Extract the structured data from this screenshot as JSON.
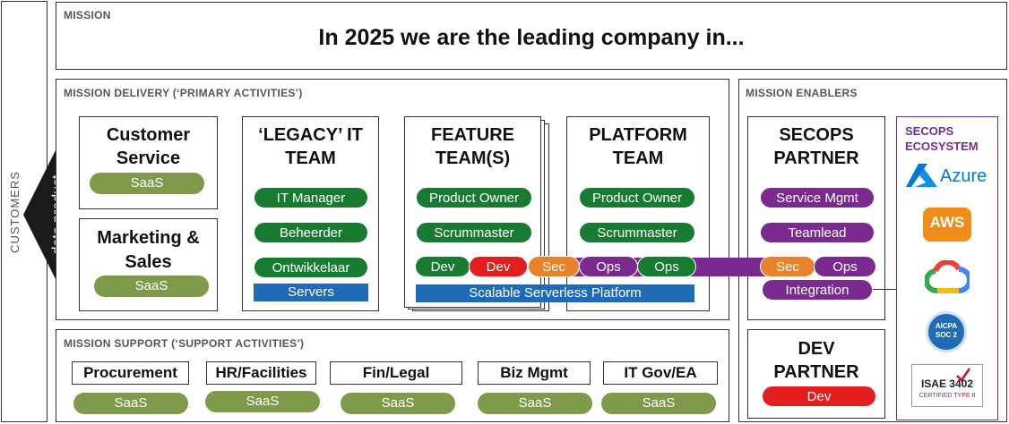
{
  "customers_label": "CUSTOMERS",
  "data_product_label": "data product",
  "mission": {
    "label": "MISSION",
    "statement": "In 2025 we are the leading company in..."
  },
  "delivery": {
    "label": "MISSION DELIVERY (‘PRIMARY ACTIVITIES’)",
    "customer_service": {
      "title_l1": "Customer",
      "title_l2": "Service",
      "saas": "SaaS"
    },
    "marketing_sales": {
      "title_l1": "Marketing &",
      "title_l2": "Sales",
      "saas": "SaaS"
    },
    "legacy_it": {
      "title_l1": "‘LEGACY’ IT",
      "title_l2": "TEAM",
      "roles": [
        "IT Manager",
        "Beheerder",
        "Ontwikkelaar"
      ],
      "bar": "Servers"
    },
    "feature_teams": {
      "title_l1": "FEATURE",
      "title_l2": "TEAM(S)",
      "roles": [
        "Product Owner",
        "Scrummaster"
      ],
      "devops": [
        "Dev",
        "Dev",
        "Sec",
        "Ops",
        "Ops"
      ],
      "bar": "Scalable Serverless Platform"
    },
    "platform_team": {
      "title_l1": "PLATFORM",
      "title_l2": "TEAM",
      "roles": [
        "Product Owner",
        "Scrummaster"
      ]
    }
  },
  "enablers": {
    "label": "MISSION ENABLERS",
    "secops_partner": {
      "title_l1": "SECOPS",
      "title_l2": "PARTNER",
      "roles": [
        "Service Mgmt",
        "Teamlead"
      ],
      "secops": [
        "Sec",
        "Ops"
      ],
      "integration": "Integration"
    },
    "dev_partner": {
      "title_l1": "DEV",
      "title_l2": "PARTNER",
      "role": "Dev"
    },
    "ecosystem": {
      "title_l1": "SECOPS",
      "title_l2": "ECOSYSTEM",
      "azure": "Azure",
      "aws": "AWS",
      "aicpa_l1": "AICPA",
      "aicpa_l2": "SOC 2",
      "isae_l1": "ISAE 3402",
      "isae_l2": "CERTIFIED",
      "isae_l3": "TYPE II"
    }
  },
  "support": {
    "label": "MISSION SUPPORT (‘SUPPORT ACTIVITIES’)",
    "items": [
      {
        "name": "Procurement",
        "saas": "SaaS"
      },
      {
        "name": "HR/Facilities",
        "saas": "SaaS"
      },
      {
        "name": "Fin/Legal",
        "saas": "SaaS"
      },
      {
        "name": "Biz Mgmt",
        "saas": "SaaS"
      },
      {
        "name": "IT Gov/EA",
        "saas": "SaaS"
      }
    ]
  },
  "colors": {
    "green": "#187b32",
    "olive": "#7f9a4a",
    "red": "#e41e1e",
    "orange": "#e8822b",
    "purple": "#7a2a8e",
    "blue": "#1f6bb6"
  }
}
